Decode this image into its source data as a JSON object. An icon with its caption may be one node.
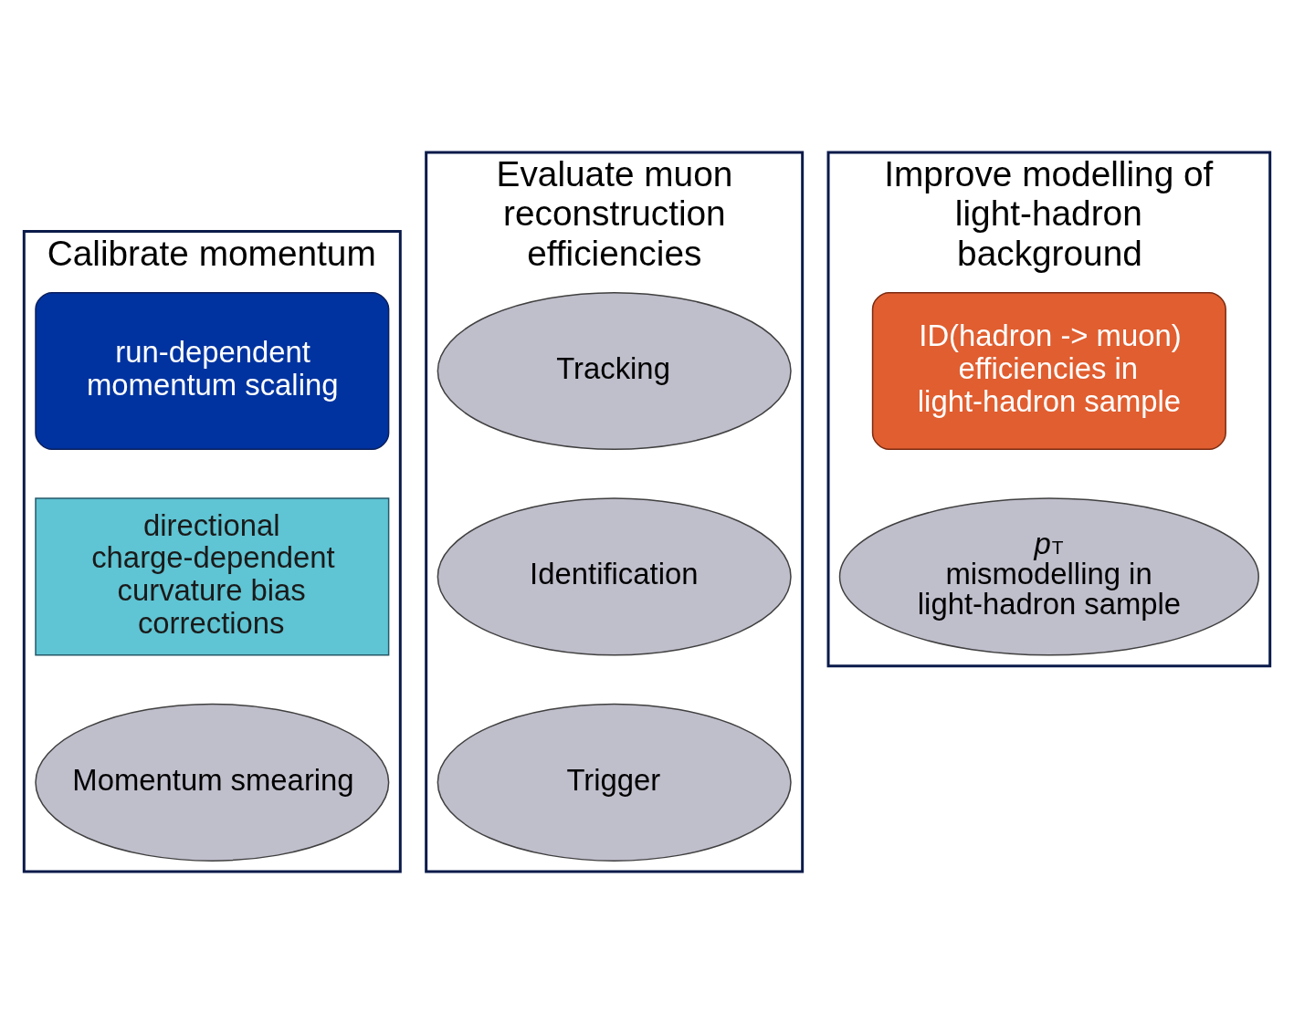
{
  "diagram": {
    "nodes": [
      {
        "text": [
          "Calibrate momentum"
        ]
      },
      {
        "text": [
          "run-dependent momentum scaling"
        ],
        "in": 0
      },
      {
        "text": [
          "directional charge-dependent curvature bias corrections"
        ],
        "in": 0
      },
      {
        "text": [
          "Momentum smearing"
        ],
        "in": 0
      },
      {
        "text": [
          "Evaluate muon reconstruction efficiencies"
        ]
      },
      {
        "text": [
          "Tracking"
        ],
        "in": 4
      },
      {
        "text": [
          "Identification"
        ],
        "in": 4
      },
      {
        "text": [
          "Trigger"
        ],
        "in": 4
      },
      {
        "text": [
          "Improve modelling of light-hadron background"
        ]
      },
      {
        "text": [
          "ID(hadron -> muon) efficiencies in light-hadron sample"
        ],
        "in": 8
      },
      {
        "text": [
          "*p*$_{T}$ mismodelling in light-hadron sample"
        ],
        "in": 8
      }
    ],
    "edges": []
  }
}
